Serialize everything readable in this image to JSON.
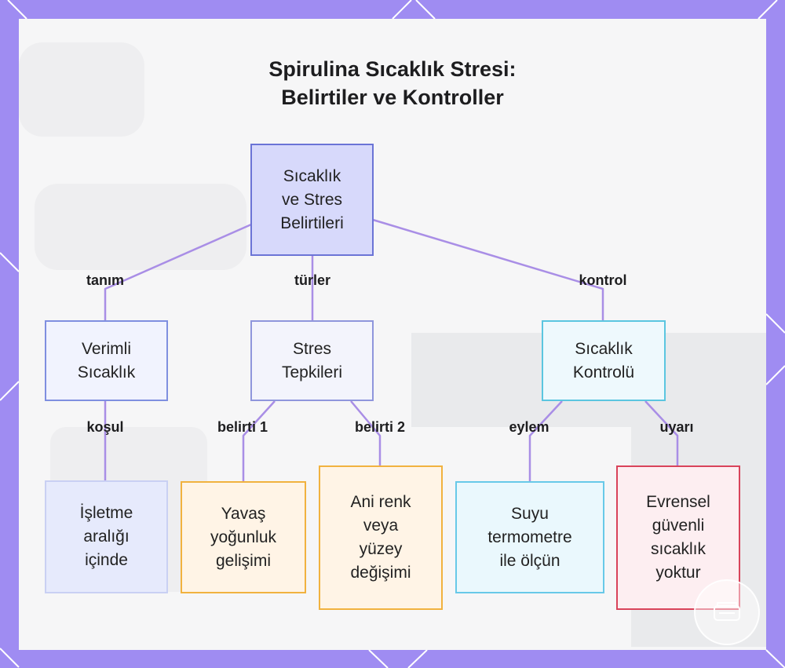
{
  "title": {
    "line1": "Spirulina Sıcaklık Stresi:",
    "line2": "Belirtiler ve Kontroller"
  },
  "nodes": {
    "root": {
      "lines": [
        "Sıcaklık",
        "ve Stres",
        "Belirtileri"
      ]
    },
    "verimli": {
      "lines": [
        "Verimli",
        "Sıcaklık"
      ]
    },
    "stres": {
      "lines": [
        "Stres",
        "Tepkileri"
      ]
    },
    "kontrol": {
      "lines": [
        "Sıcaklık",
        "Kontrolü"
      ]
    },
    "isletme": {
      "lines": [
        "İşletme",
        "aralığı",
        "içinde"
      ]
    },
    "yavas": {
      "lines": [
        "Yavaş",
        "yoğunluk",
        "gelişimi"
      ]
    },
    "ani": {
      "lines": [
        "Ani renk",
        "veya",
        "yüzey",
        "değişimi"
      ]
    },
    "suyu": {
      "lines": [
        "Suyu",
        "termometre",
        "ile ölçün"
      ]
    },
    "evrensel": {
      "lines": [
        "Evrensel",
        "güvenli",
        "sıcaklık",
        "yoktur"
      ]
    }
  },
  "edge_labels": {
    "tanim": "tanım",
    "turler": "türler",
    "kontrol": "kontrol",
    "kosul": "koşul",
    "belirti1": "belirti 1",
    "belirti2": "belirti 2",
    "eylem": "eylem",
    "uyari": "uyarı"
  },
  "colors": {
    "frame": "#9f8cf2",
    "edge": "#a98ee6",
    "root_fill": "#d7d9fb",
    "root_border": "#6b74d6",
    "verimli_fill": "#f1f3fe",
    "verimli_border": "#7f8fe0",
    "stres_fill": "#f3f4fc",
    "stres_border": "#8f96dc",
    "kontrol_fill": "#eef9fd",
    "kontrol_border": "#5bc6e0",
    "isletme_fill": "#e6eafc",
    "isletme_border": "#c9d0f3",
    "yavas_fill": "#fff4e6",
    "yavas_border": "#f1b23f",
    "ani_fill": "#fff4e6",
    "ani_border": "#f1b23f",
    "suyu_fill": "#eaf8fd",
    "suyu_border": "#68c9e8",
    "evrensel_fill": "#fdeef1",
    "evrensel_border": "#d9435a"
  }
}
